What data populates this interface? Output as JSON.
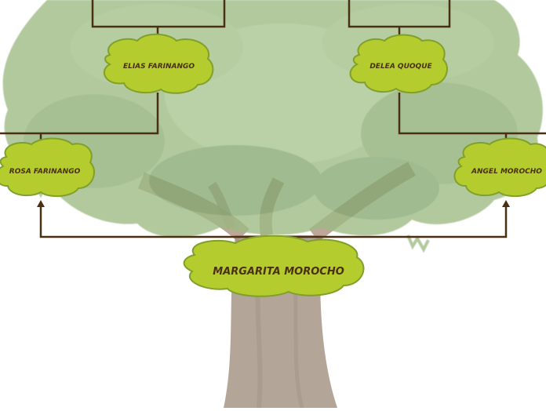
{
  "tree": {
    "root": {
      "name": "MARGARITA MOROCHO"
    },
    "parents": [
      {
        "name": "ROSA FARINANGO"
      },
      {
        "name": "ANGEL MOROCHO"
      }
    ],
    "grandparents": [
      {
        "name": "ELIAS FARINANGO"
      },
      {
        "name": "DELEA QUOQUE"
      }
    ]
  },
  "colors": {
    "connector": "#4a2f12",
    "node_fill": "#b5cc2e",
    "node_stroke": "#7fa02a",
    "text": "#4a2f12",
    "foliage": "#9dbb84",
    "foliage_dark": "#86a872",
    "trunk": "#9b8778"
  }
}
